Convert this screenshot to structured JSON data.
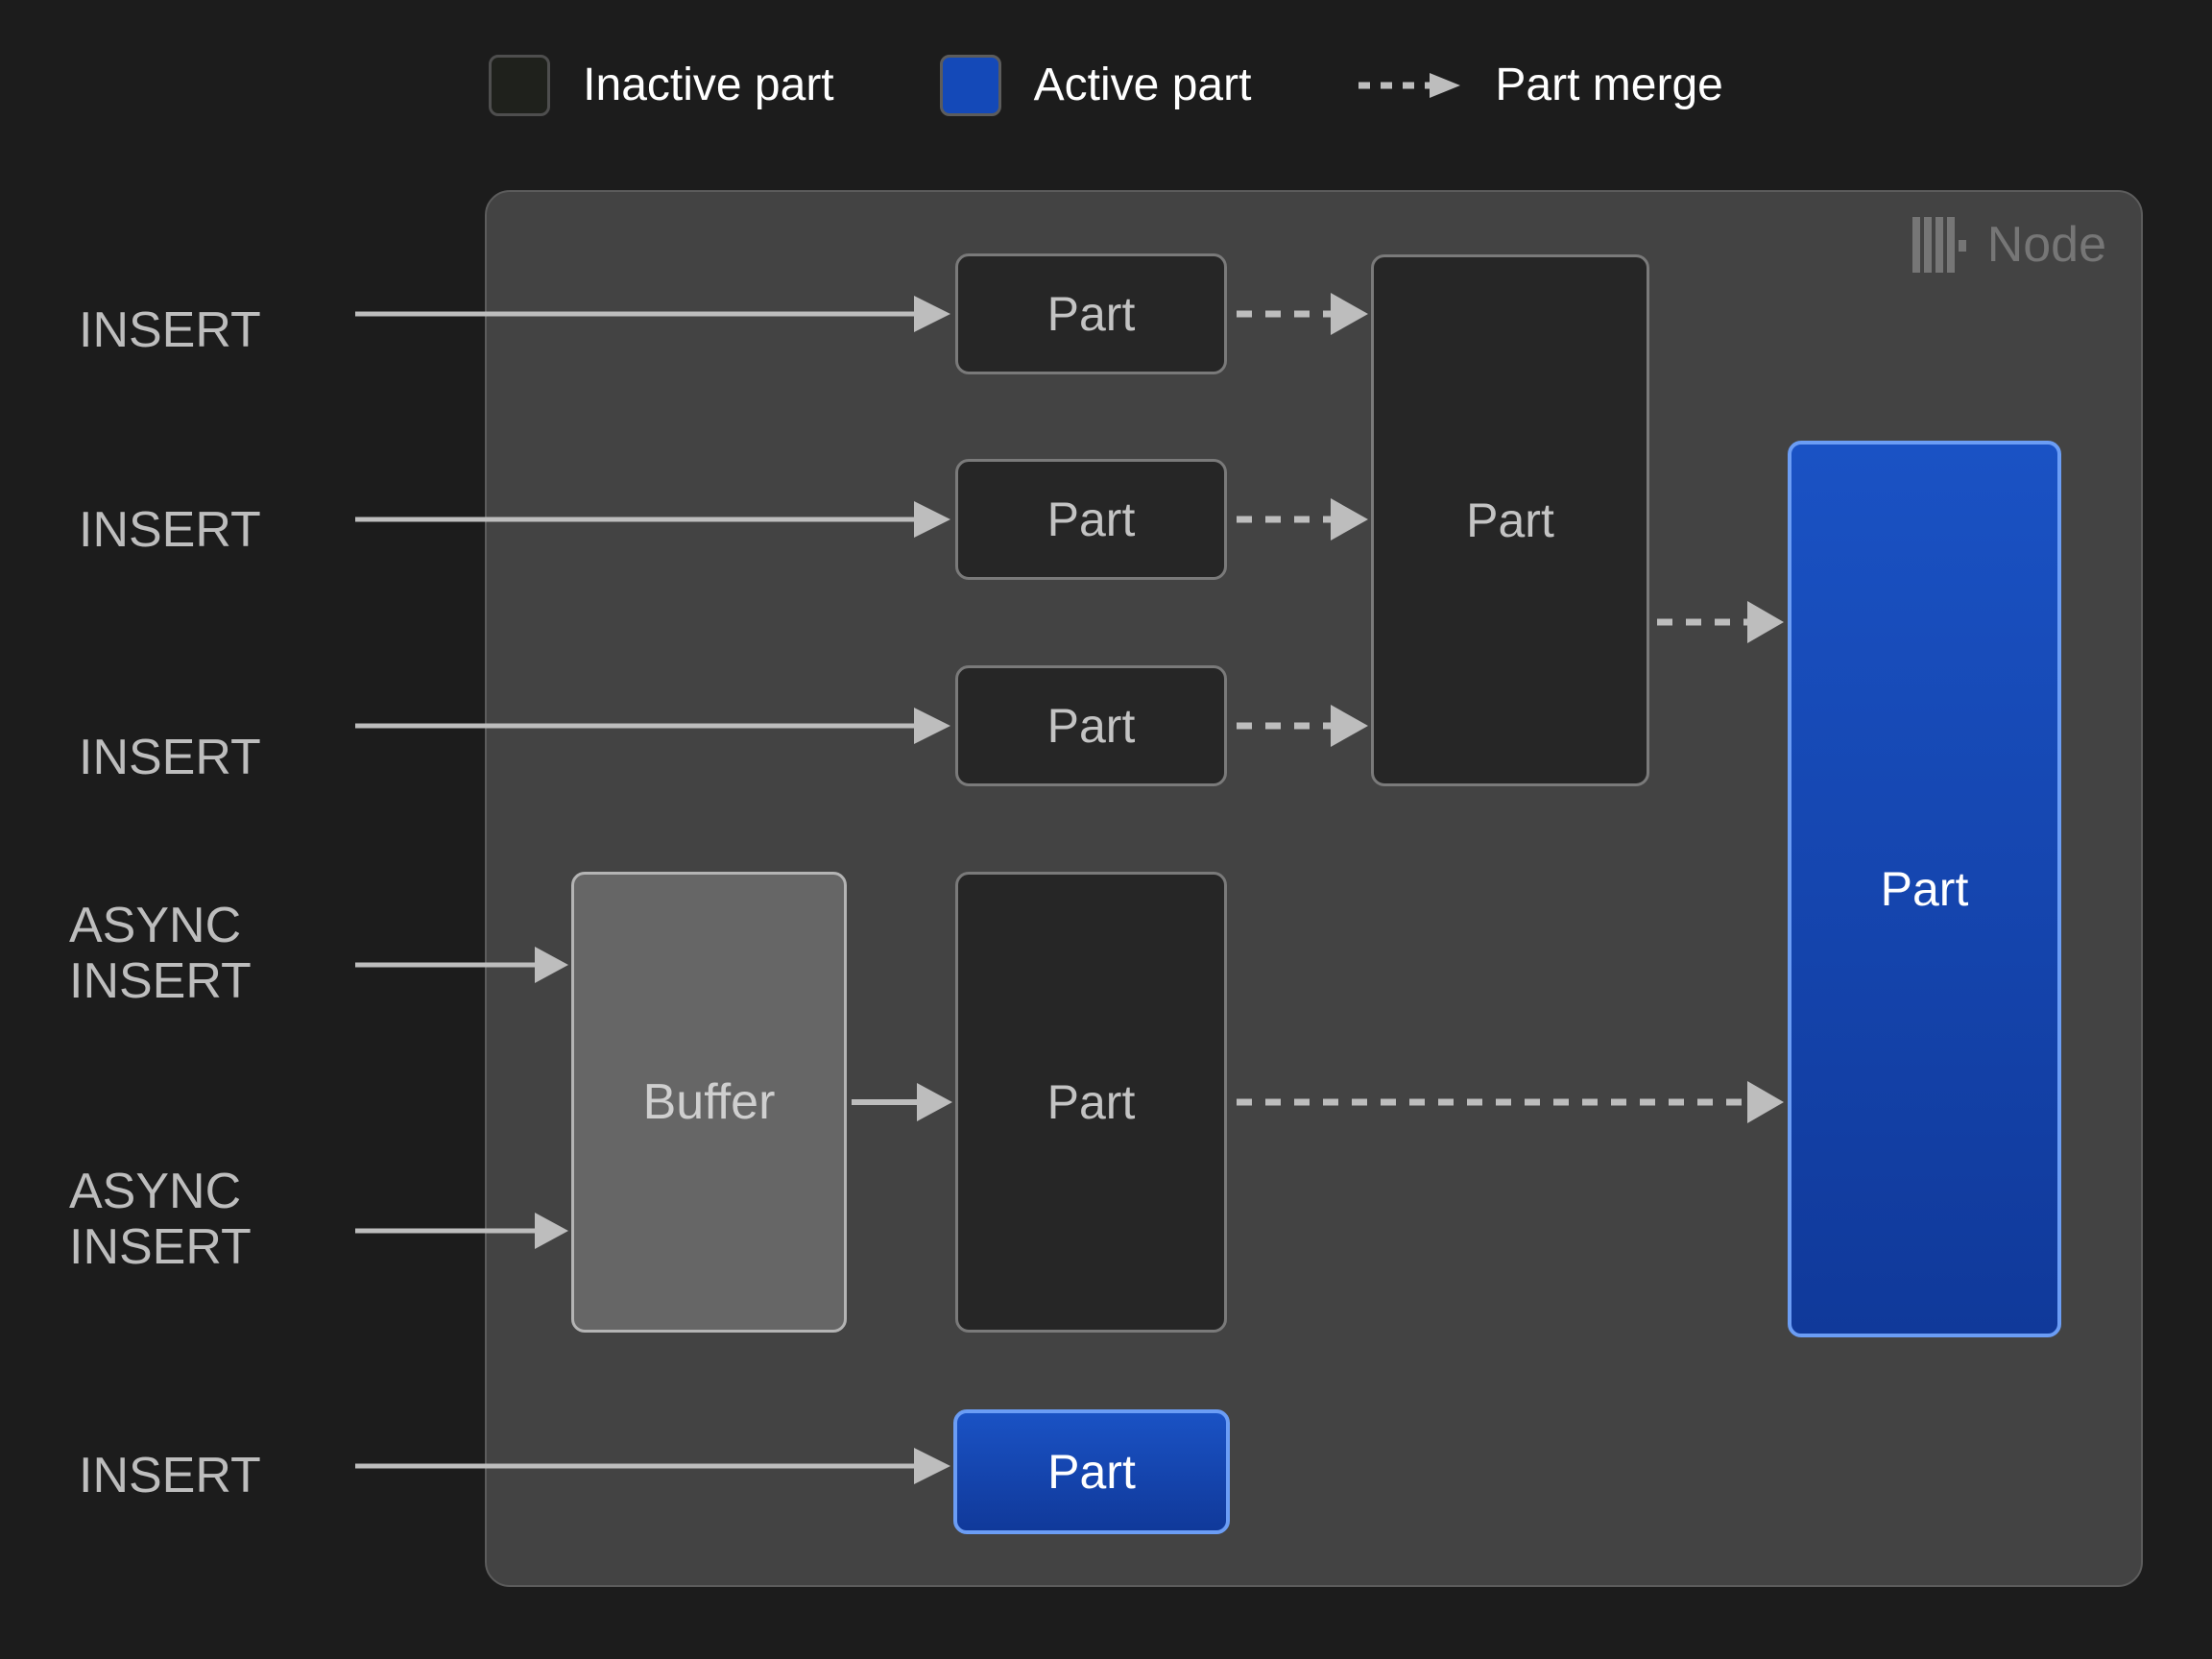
{
  "legend": {
    "items": [
      {
        "id": "inactive-part",
        "label": "Inactive part",
        "swatch": "inactive-swatch",
        "color": "#1f211c"
      },
      {
        "id": "active-part",
        "label": "Active part",
        "swatch": "active-swatch",
        "color": "#1449b8"
      },
      {
        "id": "part-merge",
        "label": "Part merge",
        "swatch": "dashed-arrow-icon",
        "color": "#bdbdbd"
      }
    ]
  },
  "node": {
    "badge_label": "Node",
    "logo_icon": "clickhouse-logo-icon",
    "panel_color": "#434343"
  },
  "flows": [
    {
      "id": "insert-1",
      "label": "INSERT"
    },
    {
      "id": "insert-2",
      "label": "INSERT"
    },
    {
      "id": "insert-3",
      "label": "INSERT"
    },
    {
      "id": "async-insert-1",
      "label": "ASYNC\nINSERT"
    },
    {
      "id": "async-insert-2",
      "label": "ASYNC\nINSERT"
    },
    {
      "id": "insert-4",
      "label": "INSERT"
    }
  ],
  "boxes": {
    "part_1": {
      "label": "Part",
      "state": "inactive"
    },
    "part_2": {
      "label": "Part",
      "state": "inactive"
    },
    "part_3": {
      "label": "Part",
      "state": "inactive"
    },
    "merged_part": {
      "label": "Part",
      "state": "inactive"
    },
    "buffer": {
      "label": "Buffer",
      "state": "buffer"
    },
    "async_part": {
      "label": "Part",
      "state": "inactive"
    },
    "final_part": {
      "label": "Part",
      "state": "active"
    },
    "insert_part": {
      "label": "Part",
      "state": "active"
    }
  },
  "colors": {
    "background": "#1c1c1c",
    "panel": "#434343",
    "inactive_fill": "#262626",
    "inactive_border": "#7a7a7a",
    "active_fill": "#1449b8",
    "active_border": "#6b9df5",
    "buffer_fill": "#666666",
    "arrow": "#bdbdbd",
    "label_text": "#bdbdbd",
    "legend_text": "#ffffff",
    "node_text": "#767676"
  }
}
